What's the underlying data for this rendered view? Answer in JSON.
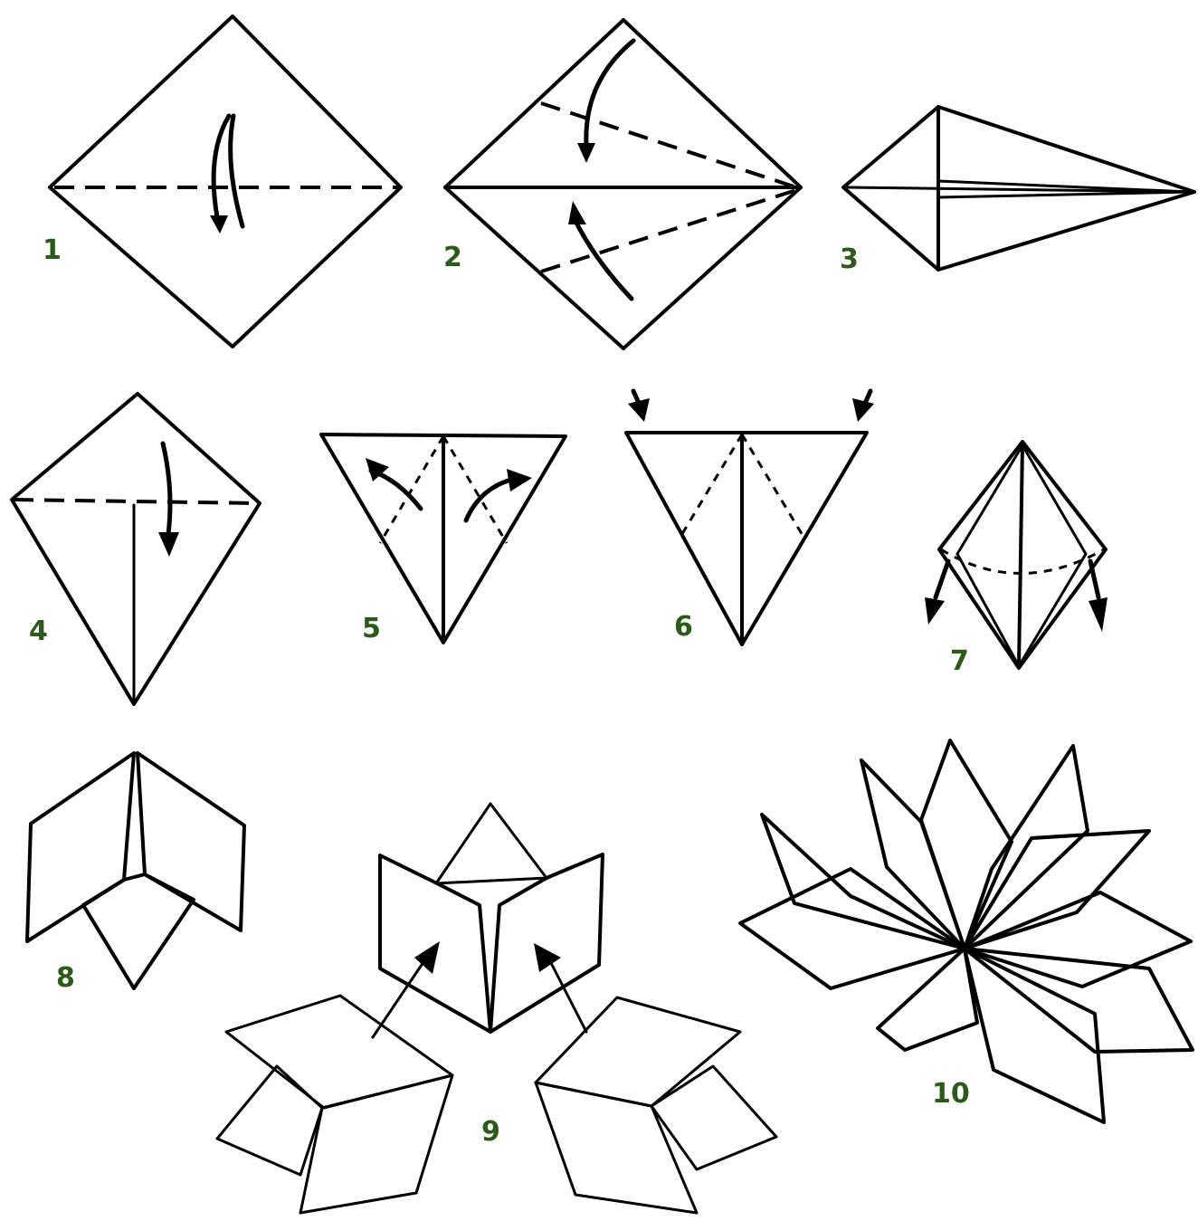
{
  "steps": [
    {
      "number": "1"
    },
    {
      "number": "2"
    },
    {
      "number": "3"
    },
    {
      "number": "4"
    },
    {
      "number": "5"
    },
    {
      "number": "6"
    },
    {
      "number": "7"
    },
    {
      "number": "8"
    },
    {
      "number": "9"
    },
    {
      "number": "10"
    }
  ],
  "colors": {
    "line": "#000000",
    "step_number": "#2d5a1b",
    "background": "#ffffff"
  }
}
